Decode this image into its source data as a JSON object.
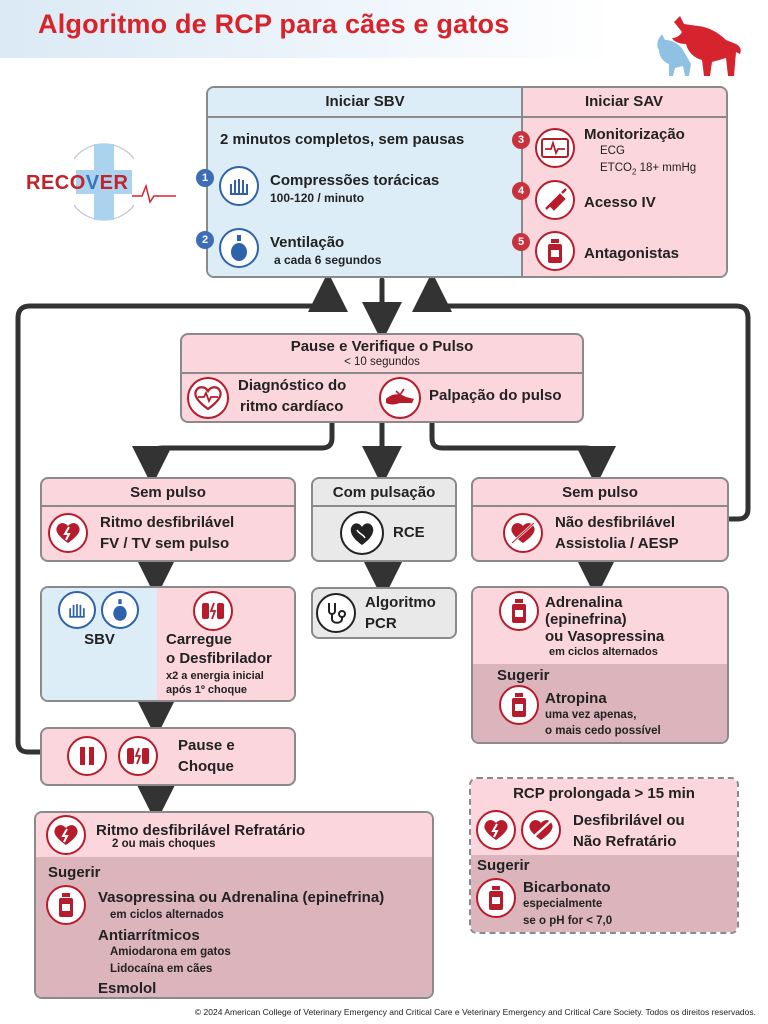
{
  "title": "Algoritmo de RCP para cães e gatos",
  "logo": {
    "text_left": "RECO",
    "text_right": "ER"
  },
  "sbv_header": "Iniciar SBV",
  "sav_header": "Iniciar SAV",
  "sbv_subtitle": "2 minutos completos, sem pausas",
  "compressions": {
    "num": "1",
    "label": "Compressões torácicas",
    "detail": "100-120 / minuto"
  },
  "ventilation": {
    "num": "2",
    "label": "Ventilação",
    "detail": "a cada 6 segundos"
  },
  "monitoring": {
    "num": "3",
    "label": "Monitorização",
    "ecg": "ECG",
    "etco2_prefix": "ETCO",
    "etco2_sub": "2",
    "etco2_suffix": " 18+ mmHg"
  },
  "iv_access": {
    "num": "4",
    "label": "Acesso IV"
  },
  "antagonists": {
    "num": "5",
    "label": "Antagonistas"
  },
  "pause_check": {
    "title": "Pause e Verifique o Pulso",
    "subtitle": "< 10 segundos",
    "rhythm_line1": "Diagnóstico do",
    "rhythm_line2": "ritmo cardíaco",
    "palpation": "Palpação do pulso"
  },
  "no_pulse_left": {
    "header": "Sem pulso",
    "line1": "Ritmo desfibrilável",
    "line2": "FV / TV sem pulso"
  },
  "with_pulse": {
    "header": "Com pulsação",
    "label": "RCE"
  },
  "no_pulse_right": {
    "header": "Sem pulso",
    "line1": "Não desfibrilável",
    "line2": "Assistolia / AESP"
  },
  "pcr": {
    "line1": "Algoritmo",
    "line2": "PCR"
  },
  "sbv_small": "SBV",
  "charge": {
    "line1": "Carregue",
    "line2": "o Desfibrilador",
    "detail1": "x2 a energia inicial",
    "detail2": "após 1º choque"
  },
  "adrenaline": {
    "line1": "Adrenalina",
    "line2": "(epinefrina)",
    "line3": "ou Vasopressina",
    "detail": "em ciclos alternados",
    "suggest": "Sugerir",
    "atropine": "Atropina",
    "atropine_d1": "uma vez apenas,",
    "atropine_d2": "o mais cedo possível"
  },
  "pause_shock": {
    "line1": "Pause e",
    "line2": "Choque"
  },
  "refractory": {
    "title": "Ritmo desfibrilável Refratário",
    "subtitle": "2 ou mais choques",
    "suggest": "Sugerir",
    "drug1": "Vasopressina ou Adrenalina (epinefrina)",
    "drug1_detail": "em ciclos alternados",
    "antiarr": "Antiarrítmicos",
    "amio": "Amiodarona em gatos",
    "lido": "Lidocaína em cães",
    "esmolol": "Esmolol"
  },
  "prolonged": {
    "title": "RCP prolongada > 15 min",
    "line1": "Desfibrilável ou",
    "line2": "Não Refratário",
    "suggest": "Sugerir",
    "bicarb": "Bicarbonato",
    "bicarb_d1": "especialmente",
    "bicarb_d2": "se o pH for < 7,0"
  },
  "footer": "© 2024 American College of Veterinary Emergency and Critical Care e Veterinary Emergency and Critical Care Society. Todos os direitos reservados.",
  "colors": {
    "title_red": "#d8232a",
    "pink_box": "#fbd6dc",
    "blue_box": "#dcedf8",
    "mauve_box": "#dcb4bc",
    "arrow": "#333333"
  },
  "icons": [
    "dog-cat-silhouette-icon",
    "hands-compression-icon",
    "ventilation-bag-icon",
    "ecg-monitor-icon",
    "syringe-icon",
    "vial-icon",
    "heart-ecg-icon",
    "hand-pulse-icon",
    "defib-heart-icon",
    "no-defib-heart-icon",
    "heart-rce-icon",
    "stethoscope-icon",
    "defibrillator-paddles-icon",
    "pause-icon"
  ]
}
